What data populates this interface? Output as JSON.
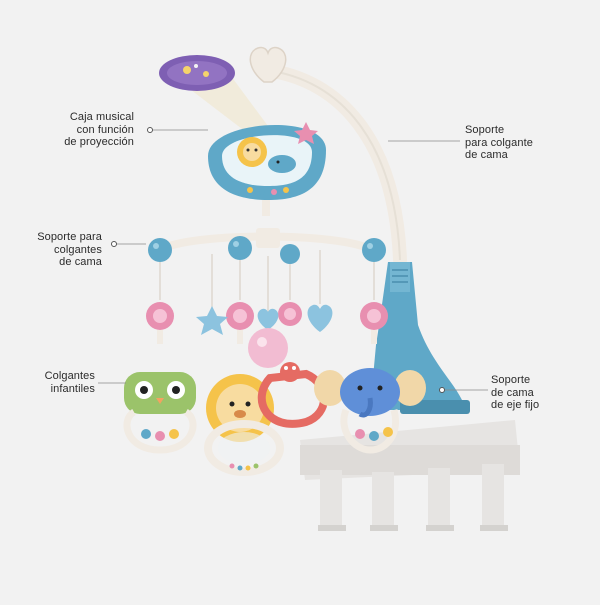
{
  "labels": {
    "music_box": "Caja musical\ncon función\nde proyección",
    "arm_holder_left": "Soporte para\ncolgantes\nde cama",
    "hanging_toys": "Colgantes\ninfantiles",
    "bed_holder_right": "Soporte\npara colgante\nde cama",
    "fixed_axis": "Soporte\nde cama\nde eje fijo"
  },
  "colors": {
    "background": "#f2f2f2",
    "teal": "#5fa8c8",
    "pink": "#e88fb0",
    "cream": "#f1ebe3",
    "crib": "#e6e4e2",
    "projection": "#7e5fb3",
    "leader_line": "#8a8a8a"
  }
}
